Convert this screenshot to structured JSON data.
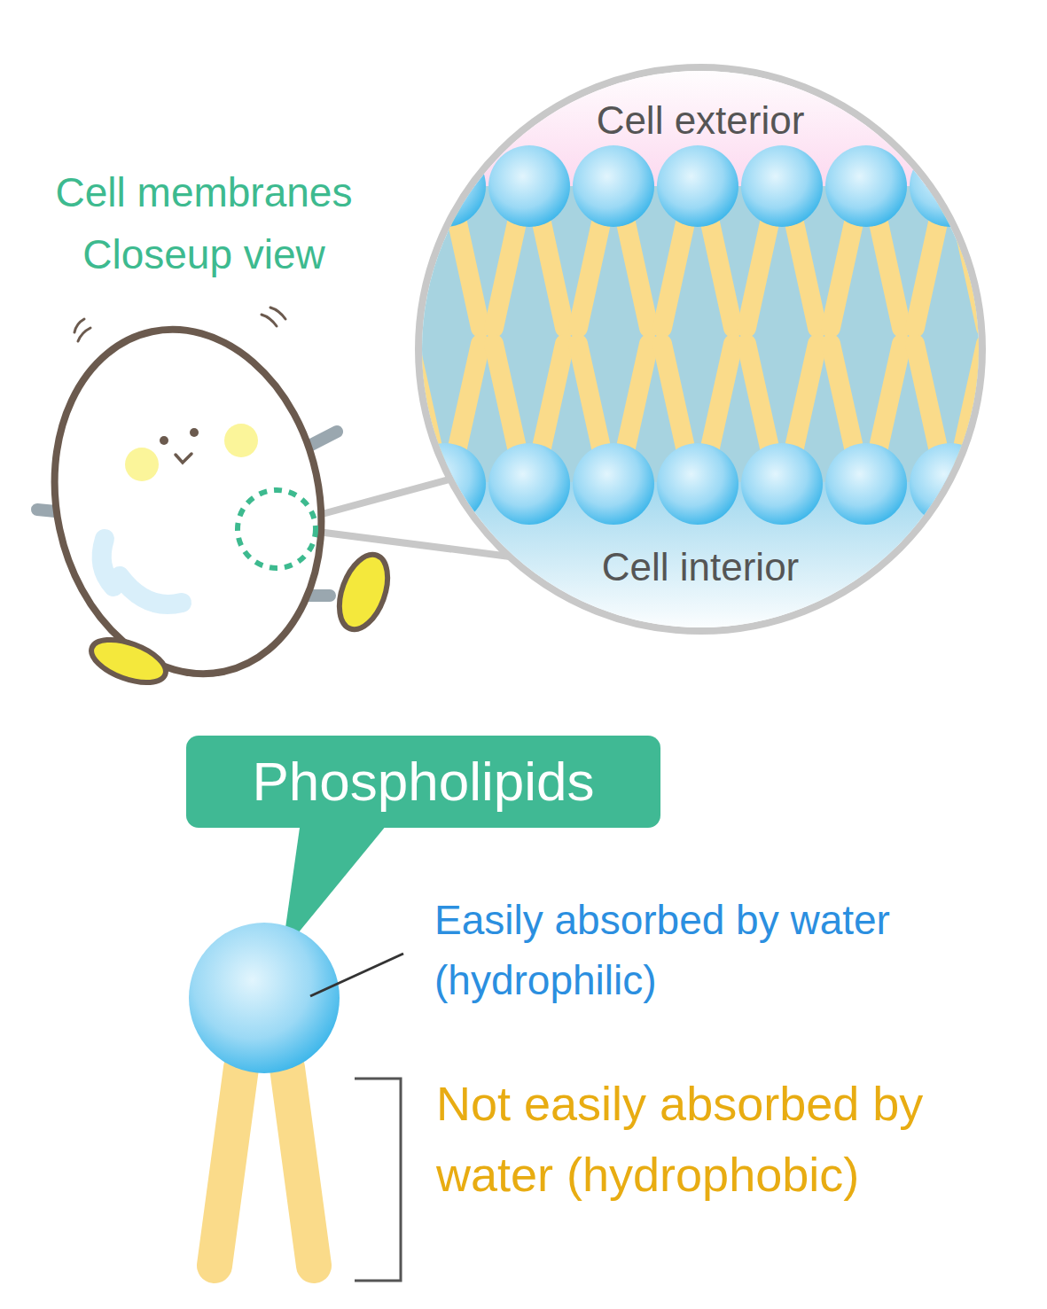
{
  "diagram": {
    "title": "Cell membranes Closeup view",
    "nodes": [
      {
        "text": [
          "Cell exterior",
          "Cell interior"
        ]
      },
      {
        "text": [
          "Phospholipids"
        ]
      }
    ],
    "labels": [
      "Easily absorbed by water (hydrophilic)",
      "Not easily absorbed by water (hydrophobic)"
    ]
  }
}
